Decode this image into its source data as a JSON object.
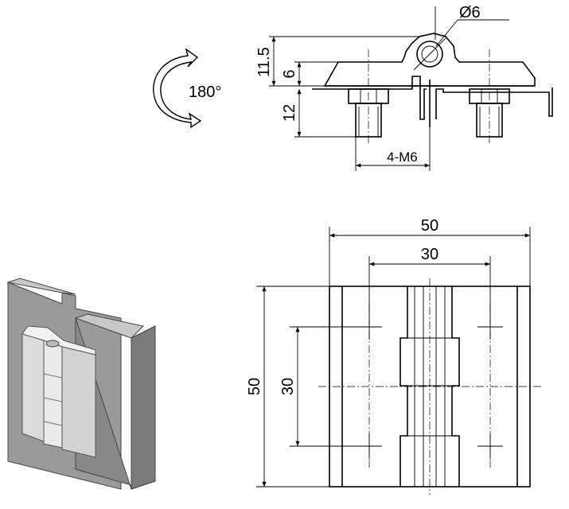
{
  "side_view": {
    "rotation_label": "180°",
    "dim_pin_diameter": "Ø6",
    "dim_total_height": "11.5",
    "dim_leaf_height": "6",
    "dim_bolt_length": "12",
    "dim_thread": "4-M6"
  },
  "front_view": {
    "dim_overall_width": "50",
    "dim_hole_spacing_x": "30",
    "dim_overall_height": "50",
    "dim_hole_spacing_y": "30"
  },
  "colors": {
    "line": "#000000",
    "iso_panel": "#9a9a9a",
    "iso_panel_light": "#c8c8c8",
    "iso_hinge": "#dcdcdc"
  }
}
